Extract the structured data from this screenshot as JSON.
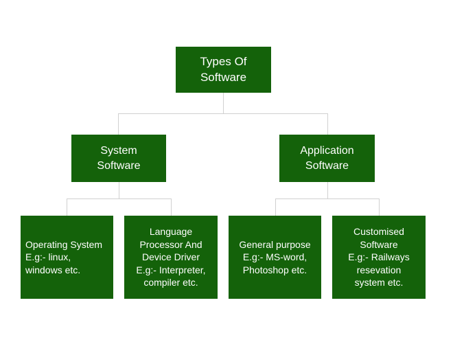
{
  "diagram": {
    "title": "Types Of Software",
    "box_color": "#14620A",
    "text_color": "#ffffff",
    "connector_color": "#d0d0d0",
    "background": "#ffffff",
    "nodes": {
      "root": {
        "label": "Types Of\nSoftware",
        "align": "center"
      },
      "level2": [
        {
          "id": "system",
          "label": "System\nSoftware",
          "align": "center"
        },
        {
          "id": "application",
          "label": "Application\nSoftware",
          "align": "center"
        }
      ],
      "level3": [
        {
          "id": "os",
          "label": "Operating System\nE.g:- linux,\nwindows etc.",
          "align": "left",
          "parent": "system"
        },
        {
          "id": "langproc",
          "label": "Language\nProcessor And\nDevice Driver\nE.g:- Interpreter,\ncompiler etc.",
          "align": "center",
          "parent": "system"
        },
        {
          "id": "general",
          "label": "General purpose\nE.g:- MS-word,\nPhotoshop etc.",
          "align": "center",
          "parent": "application"
        },
        {
          "id": "customised",
          "label": "Customised\nSoftware\nE.g:- Railways\nresevation\nsystem etc.",
          "align": "center",
          "parent": "application"
        }
      ]
    }
  }
}
